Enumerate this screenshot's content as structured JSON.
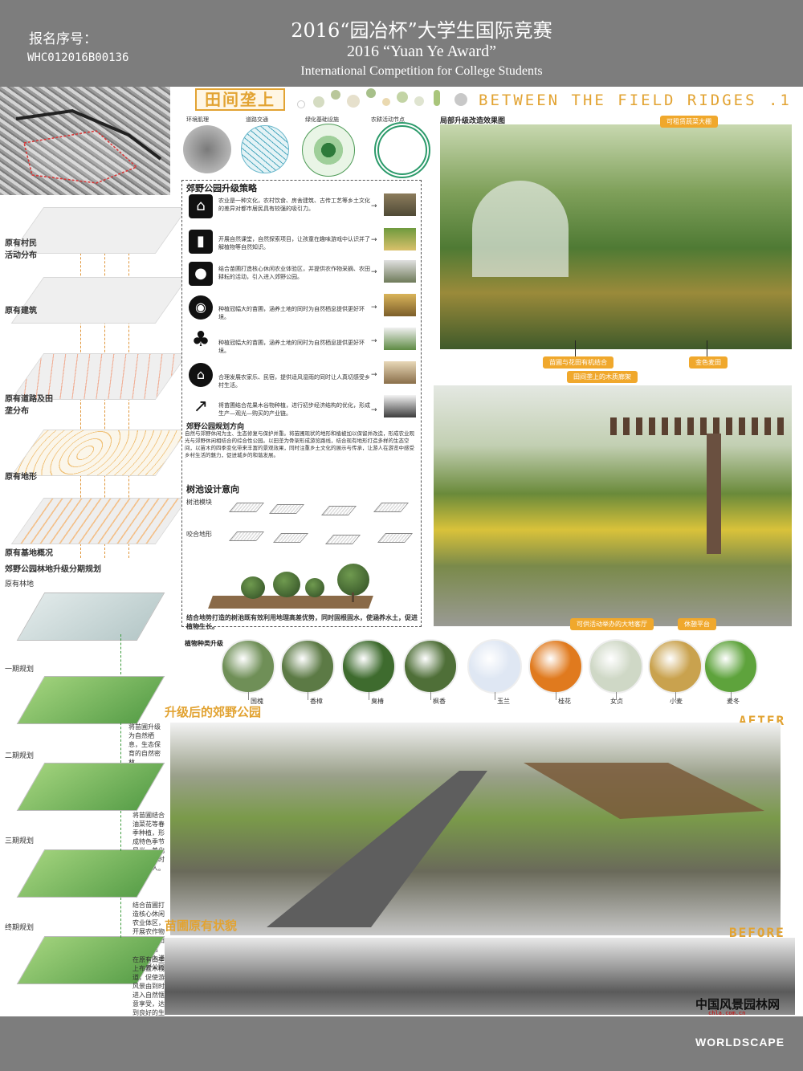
{
  "header": {
    "reg_label": "报名序号：",
    "reg_no": "WHC012016B00136",
    "title_cn": "2016“园冶杯”大学生国际竞赛",
    "title_en1": "2016 “Yuan Ye Award”",
    "title_en2": "International Competition for College Students"
  },
  "logo": "田间垄上",
  "banner": "BETWEEN THE FIELD RIDGES .1",
  "analysis_labels": [
    "环境肌理",
    "道路交通",
    "绿化基础设施",
    "农耕活动节点"
  ],
  "layers": [
    "原有村民活动分布",
    "原有建筑",
    "原有道路及田垄分布",
    "原有地形",
    "原有基地概况"
  ],
  "phases": {
    "title": "郊野公园林地升级分期规划",
    "items": [
      "原有林地",
      "一期规划",
      "二期规划",
      "三期规划",
      "终期规划"
    ],
    "notes": [
      "将苗圃升级为自然栖息，生态保育的自然密林",
      "将苗圃结合油菜花等春季种植，形成特色季节风光，美化苗圃的同时吸引游人。",
      "结合苗圃打造核心休闲农业体区，开展农作物采摘、农田耕耘的活动，引入进入郊野公园",
      "在原有田垄上布置木栈道，促使游风景由到时进入自然惬意享受，达到良好的生态环境"
    ]
  },
  "strategy": {
    "title": "郊野公园升级策略",
    "items": [
      "农业是一种文化，农村饮食、房舍建筑、古传工艺等乡土文化的差异对都市居民具有较强的吸引力。",
      "开展自然课堂，自然探索项目，让孩童在趣味游戏中认识并了解植物等自然知识。",
      "结合苗圃打造核心休闲农业体验区，并提供农作物采摘、农田耕耘的活动，引入进入郊野公园。",
      "种植冠幅大的苗圃，涵养土地的同时为自然栖息提供更好环境。",
      "种植冠幅大的苗圃，涵养土地的同时为自然栖息提供更好环境。",
      "合理发展农家乐、民宿，提供适风湿雨的同时让人真切感受乡村生活。",
      "将苗圃结合花果木谷物种植，进行初步经济结构的优化，形成生产—观光—购买的产业链。"
    ],
    "direction_title": "郊野公园规划方向",
    "direction_text": "自然与郊野休闲为主、生态修复与保护并重。将苗圃现状的地形和植被加以保留并改造，形成农业观光与郊野休闲相结合的综合性公园。以田垄为骨架形成游览路线，结合现有地形打造多样的生态空间，以苗木的四季变化带来丰富的景观效果，同时注重乡土文化的展示与传承，让游人在游览中感受乡村生活的魅力，促进城乡的和谐发展。",
    "pool_title": "树池设计意向",
    "pool_module": "树池模块",
    "pool_terrain": "咬合地形",
    "pool_caption": "结合地势打造的树池既有效利用地理高差优势，同时固根固水，使涵养水土，促进植物生长。"
  },
  "renders": {
    "title": "局部升级改造效果图",
    "tags": [
      "可租赁蔬菜大棚",
      "苗圃与花田有机结合",
      "金色麦田",
      "田间垄上的木质廊架",
      "可供活动举办的大地客厅",
      "休憩平台"
    ]
  },
  "plants": {
    "title": "植物种类升级",
    "items": [
      "国槐",
      "香樟",
      "臭椿",
      "枫香",
      "玉兰",
      "桂花",
      "女贞",
      "小麦",
      "麦冬"
    ],
    "colors": [
      "#6f8f57",
      "#5c7a45",
      "#3e6b2e",
      "#4f6f38",
      "#dfe7f3",
      "#e07a1e",
      "#cfd8c6",
      "#c9a24e",
      "#5ea33c"
    ]
  },
  "after_title": "升级后的郊野公园",
  "after_tag": "AFTER",
  "before_title": "苗圃原有状貌",
  "before_tag": "BEFORE",
  "watermark": {
    "cn": "中国风景园林网",
    "url": "chla.com.cn",
    "brand": "WORLDSCAPE"
  }
}
